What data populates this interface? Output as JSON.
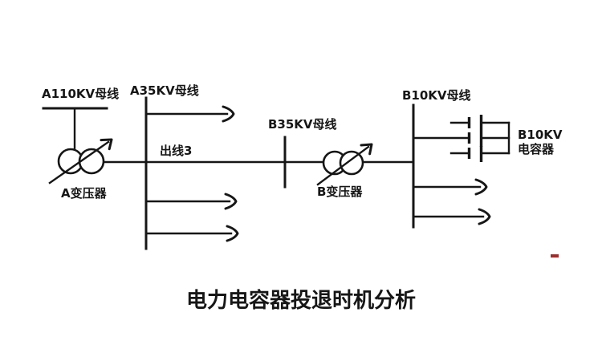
{
  "title": "电力电容器投退时机分析",
  "buses": {
    "a110": {
      "label": "A110KV母线"
    },
    "a35": {
      "label": "A35KV母线"
    },
    "b35": {
      "label": "B35KV母线"
    },
    "b10": {
      "label": "B10KV母线"
    }
  },
  "transformers": {
    "a": {
      "label": "A变压器"
    },
    "b": {
      "label": "B变压器"
    }
  },
  "feeders": {
    "line3_label": "出线3"
  },
  "capacitor": {
    "label_line1": "B10KV",
    "label_line2": "电容器"
  },
  "colors": {
    "line": "#161616",
    "background": "#ffffff",
    "marker": "#9b2d2d"
  }
}
